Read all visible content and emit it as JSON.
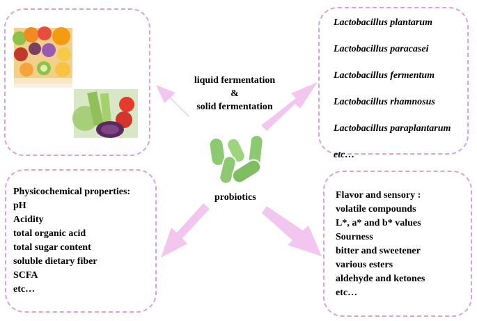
{
  "center": {
    "fermentation_line1": "liquid fermentation",
    "fermentation_line2": "&",
    "fermentation_line3": "solid fermentation",
    "probiotics_label": "probiotics"
  },
  "strains_box": {
    "items": [
      "Lactobacillus plantarum",
      "Lactobacillus paracasei",
      "Lactobacillus fermentum",
      "Lactobacillus rhamnosus",
      "Lactobacillus paraplantarum",
      "etc…"
    ]
  },
  "physicochemical_box": {
    "items": [
      "Physicochemical properties:",
      "pH",
      "Acidity",
      "total organic acid",
      "total sugar content",
      "soluble dietary fiber",
      "SCFA",
      "etc…"
    ]
  },
  "flavor_box": {
    "items": [
      "Flavor and sensory :",
      "volatile compounds",
      "L*, a* and b* values",
      "Sourness",
      "bitter and sweetener",
      "various esters",
      "aldehyde and  ketones",
      "etc…"
    ]
  },
  "colors": {
    "box_border": "#d9a2d6",
    "arrow": "#f3c6ef",
    "bacteria": "#8dc970"
  }
}
